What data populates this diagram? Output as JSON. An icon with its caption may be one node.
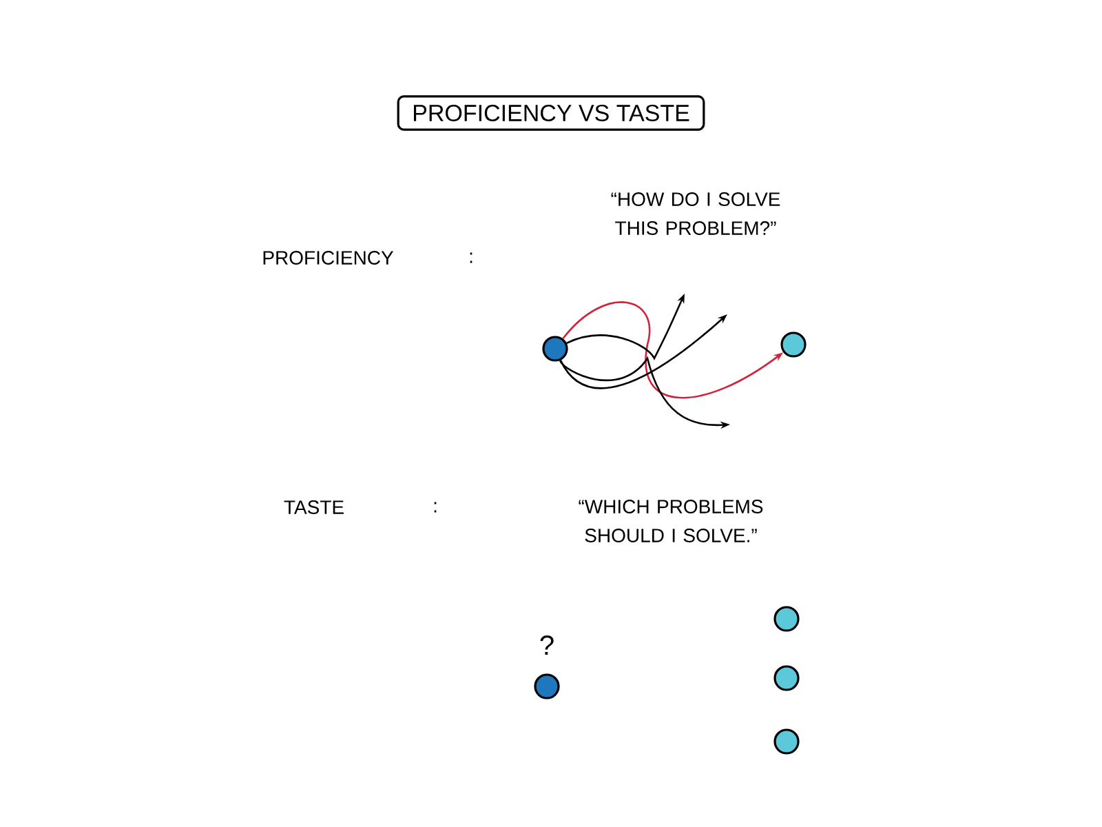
{
  "diagram": {
    "title": "PROFICIENCY VS TASTE",
    "nodes": [
      {
        "text": [],
        "shape": "circle"
      },
      {
        "text": [],
        "shape": "circle"
      },
      {
        "text": [],
        "shape": "circle",
        "beside": [
          "?"
        ]
      },
      {
        "text": [],
        "shape": "circle"
      },
      {
        "text": [],
        "shape": "circle"
      },
      {
        "text": [],
        "shape": "circle"
      }
    ],
    "edges": [
      {
        "from": 0,
        "to": 1,
        "arrow": "to",
        "color": "#d2223c"
      },
      {
        "from": 0,
        "to": null,
        "arrow": "to"
      },
      {
        "from": 0,
        "to": null,
        "arrow": "to"
      },
      {
        "from": 0,
        "to": null,
        "arrow": "to"
      }
    ],
    "labels": [
      "PROFICIENCY",
      ":",
      "“HOW DO I SOLVE THIS PROBLEM?”",
      "TASTE",
      ":",
      "“WHICH PROBLEMS SHOULD I SOLVE.”"
    ]
  }
}
